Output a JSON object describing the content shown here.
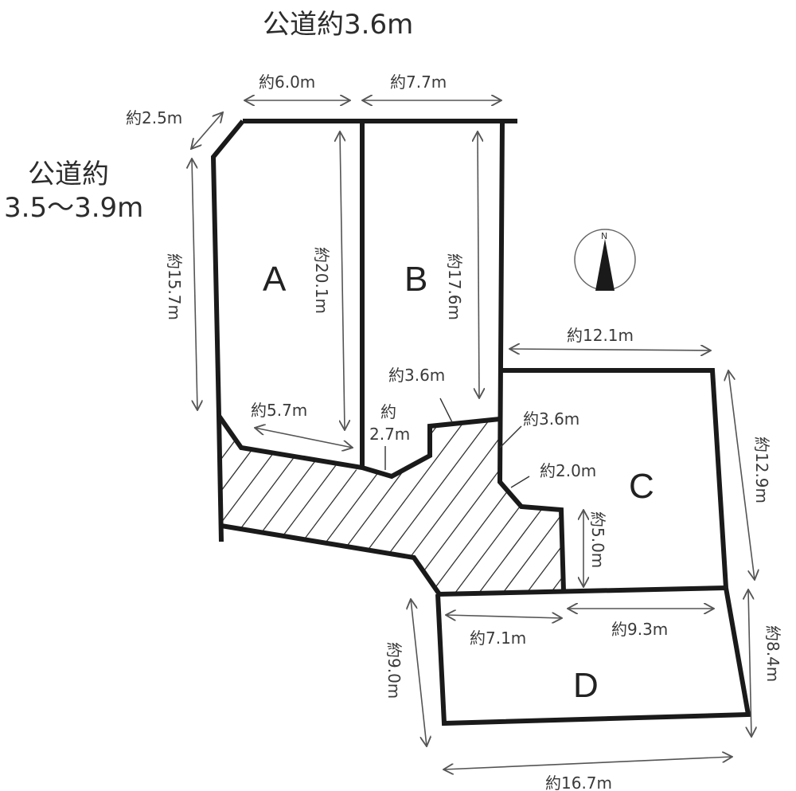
{
  "roads": {
    "north": "公道約3.6m",
    "west_line1": "公道約",
    "west_line2": "3.5〜3.9m"
  },
  "lots": [
    {
      "id": "A",
      "label": "A"
    },
    {
      "id": "B",
      "label": "B"
    },
    {
      "id": "C",
      "label": "C"
    },
    {
      "id": "D",
      "label": "D"
    }
  ],
  "dimensions": {
    "a_top": "約6.0m",
    "b_top": "約7.7m",
    "corner_cut": "約2.5m",
    "a_left": "約15.7m",
    "a_depth": "約20.1m",
    "b_depth": "約17.6m",
    "a_bottom": "約5.7m",
    "access_width_a": "約",
    "access_width_b": "2.7m",
    "access_notch": "約3.6m",
    "c_top": "約12.1m",
    "c_right": "約12.9m",
    "c_access": "約3.6m",
    "c_chamfer": "約2.0m",
    "c_notch": "約5.0m",
    "d_top_left": "約7.1m",
    "d_top_right": "約9.3m",
    "d_left": "約9.0m",
    "d_right": "約8.4m",
    "d_bottom": "約16.7m"
  },
  "compass": {
    "direction": "N"
  },
  "colors": {
    "boundary": "#1a1a1a",
    "dimension": "#555555",
    "background": "#ffffff"
  }
}
